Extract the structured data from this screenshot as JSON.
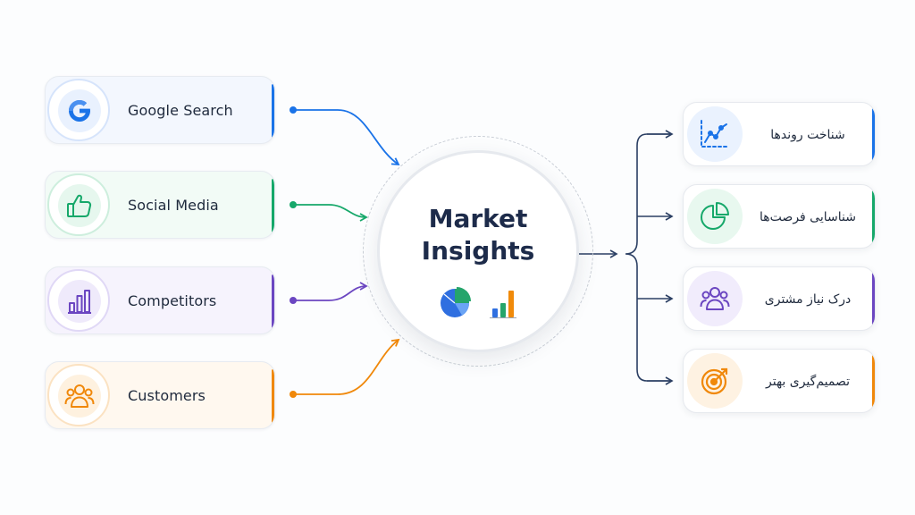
{
  "diagram": {
    "sources": [
      {
        "label": "Google Search",
        "icon": "google-g-icon",
        "color": "#1a73e8",
        "bg": "#f3f7fe"
      },
      {
        "label": "Social Media",
        "icon": "thumbs-up-icon",
        "color": "#16a86a",
        "bg": "#f2fbf6"
      },
      {
        "label": "Competitors",
        "icon": "bar-chart-icon",
        "color": "#6b46c1",
        "bg": "#f6f3fd"
      },
      {
        "label": "Customers",
        "icon": "people-icon",
        "color": "#f0880a",
        "bg": "#fff8ef"
      }
    ],
    "hub": {
      "title_line1": "Market",
      "title_line2": "Insights",
      "icons": [
        "pie-chart-icon",
        "bar-chart-icon"
      ]
    },
    "outputs": [
      {
        "label": "شناخت روندها",
        "icon": "trend-line-icon",
        "color": "#1a73e8"
      },
      {
        "label": "شناسایی فرصت‌ها",
        "icon": "pie-segment-icon",
        "color": "#16a86a"
      },
      {
        "label": "درک نیاز مشتری",
        "icon": "people-icon",
        "color": "#6b46c1"
      },
      {
        "label": "تصمیم‌گیری بهتر",
        "icon": "target-icon",
        "color": "#f0880a"
      }
    ],
    "colors": {
      "hub_text": "#1d2b4a",
      "output_connector": "#2b3f63",
      "dashed_ring": "#c9ced6"
    }
  }
}
